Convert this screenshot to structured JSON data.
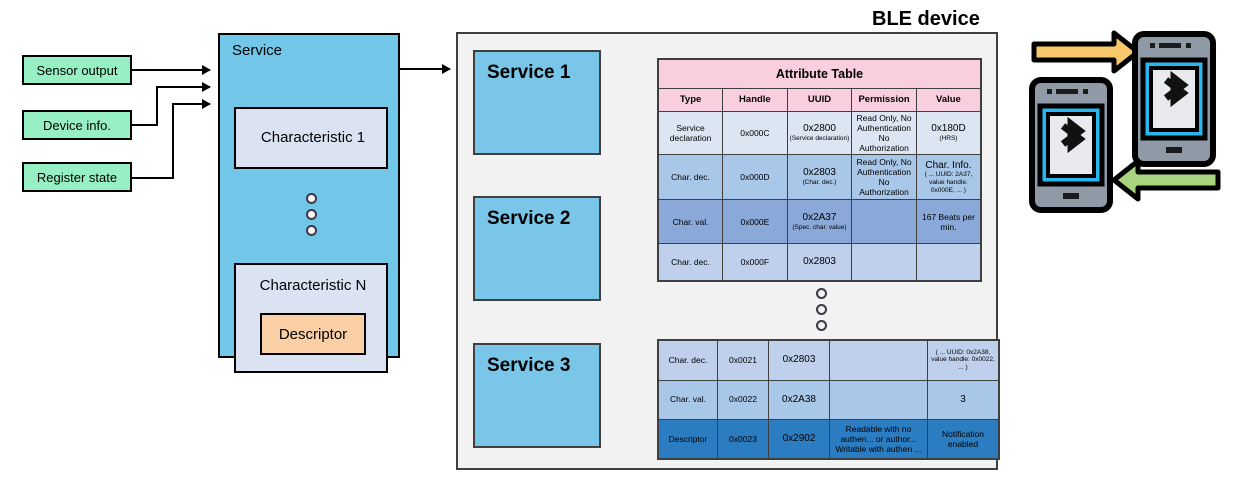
{
  "sources": [
    {
      "label": "Sensor output"
    },
    {
      "label": "Device info."
    },
    {
      "label": "Register state"
    }
  ],
  "service_detail": {
    "title": "Service",
    "characteristic_first": "Characteristic 1",
    "characteristic_last": "Characteristic N",
    "descriptor": "Descriptor",
    "ellipsis_dots": 3
  },
  "ble": {
    "title": "BLE device",
    "services": [
      {
        "label": "Service 1"
      },
      {
        "label": "Service 2"
      },
      {
        "label": "Service 3"
      }
    ],
    "ellipsis_dots": 3
  },
  "attribute_table": {
    "title": "Attribute Table",
    "columns": [
      "Type",
      "Handle",
      "UUID",
      "Permission",
      "Value"
    ],
    "rows_top": [
      {
        "shade": "r-lightest",
        "type": "Service declaration",
        "handle": "0x000C",
        "uuid": "0x2800",
        "uuid_sub": "(Service declaration)",
        "permission": "Read Only, No Authentication No Authorization",
        "value": "0x180D",
        "value_sub": "(HRS)"
      },
      {
        "shade": "r-light",
        "type": "Char. dec.",
        "handle": "0x000D",
        "uuid": "0x2803",
        "uuid_sub": "(Char. dec.)",
        "permission": "Read Only, No Authentication No Authorization",
        "value": "Char. Info.",
        "value_sub": "( ... UUID: 2A37, value handle: 0x000E, ... )"
      },
      {
        "shade": "r-mid",
        "type": "Char. val.",
        "handle": "0x000E",
        "uuid": "0x2A37",
        "uuid_sub": "(Spec. char. value)",
        "permission": "",
        "value": "167 Beats per min.",
        "value_sub": ""
      },
      {
        "shade": "r-pale",
        "type": "Char. dec.",
        "handle": "0x000F",
        "uuid": "0x2803",
        "uuid_sub": "",
        "permission": "",
        "value": "",
        "value_sub": ""
      }
    ],
    "rows_bottom": [
      {
        "shade": "r-pale",
        "type": "Char. dec.",
        "handle": "0x0021",
        "uuid": "0x2803",
        "uuid_sub": "",
        "permission": "",
        "value": "",
        "value_sub": "( ... UUID: 0x2A38, value handle: 0x0022, ... )"
      },
      {
        "shade": "r-light",
        "type": "Char. val.",
        "handle": "0x0022",
        "uuid": "0x2A38",
        "uuid_sub": "",
        "permission": "",
        "value": "3",
        "value_sub": ""
      },
      {
        "shade": "r-dark",
        "type": "Descriptor",
        "handle": "0x0023",
        "uuid": "0x2902",
        "uuid_sub": "",
        "permission": "Readable with no authen... or author... Writable with authen ...",
        "value": "Notification enabled",
        "value_sub": ""
      }
    ]
  },
  "devices": {
    "phone_top_icon": "bluetooth-icon",
    "phone_bottom_icon": "bluetooth-icon",
    "arrow_out_color": "#f7c96a",
    "arrow_in_color": "#a9d47f"
  },
  "colors": {
    "green_source": "#97f0c3",
    "service_blue": "#72c6e8",
    "characteristic_blue": "#dbe3f3",
    "descriptor_orange": "#fbcfa5",
    "table_header_pink": "#f9cfe0",
    "container_gray": "#f2f2f2"
  }
}
